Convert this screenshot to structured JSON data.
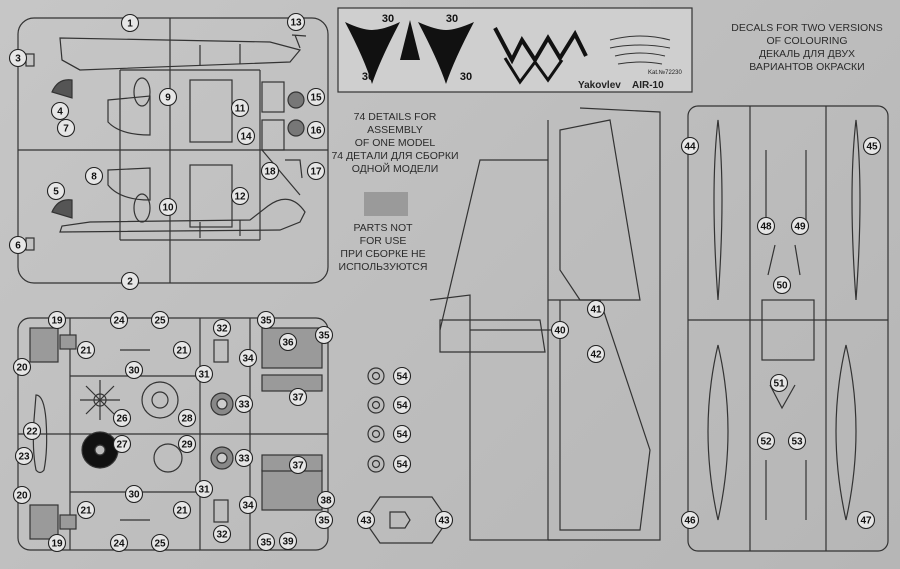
{
  "decal_sheet": {
    "numbers": [
      "30",
      "30",
      "30",
      "30"
    ],
    "brand": "Yakovlev",
    "model": "AIR-10",
    "catalog": "Kat.№72230"
  },
  "notes": {
    "decals": [
      "DECALS FOR TWO VERSIONS",
      "OF COLOURING",
      "ДЕКАЛЬ ДЛЯ ДВУХ",
      "ВАРИАНТОВ ОКРАСКИ"
    ],
    "details": [
      "74 DETAILS FOR ASSEMBLY",
      "OF ONE MODEL",
      "74 ДЕТАЛИ ДЛЯ СБОРКИ",
      "ОДНОЙ МОДЕЛИ"
    ],
    "not_for_use": [
      "PARTS NOT",
      "FOR USE",
      "ПРИ СБОРКЕ НЕ",
      "ИСПОЛЬЗУЮТСЯ"
    ]
  },
  "part_numbers": [
    "1",
    "2",
    "3",
    "4",
    "5",
    "6",
    "7",
    "8",
    "9",
    "10",
    "11",
    "12",
    "13",
    "14",
    "15",
    "16",
    "17",
    "18",
    "19",
    "19",
    "20",
    "20",
    "21",
    "21",
    "21",
    "21",
    "22",
    "23",
    "24",
    "24",
    "25",
    "25",
    "26",
    "27",
    "28",
    "29",
    "30",
    "30",
    "31",
    "31",
    "32",
    "32",
    "33",
    "33",
    "34",
    "34",
    "35",
    "35",
    "35",
    "35",
    "36",
    "37",
    "37",
    "38",
    "39",
    "40",
    "41",
    "42",
    "43",
    "43",
    "44",
    "45",
    "46",
    "47",
    "48",
    "49",
    "50",
    "51",
    "52",
    "53",
    "54",
    "54",
    "54",
    "54"
  ],
  "colors": {
    "background": "#bdbdbd",
    "line": "#333333",
    "grey_fill": "#9a9a9a",
    "black": "#111111"
  }
}
